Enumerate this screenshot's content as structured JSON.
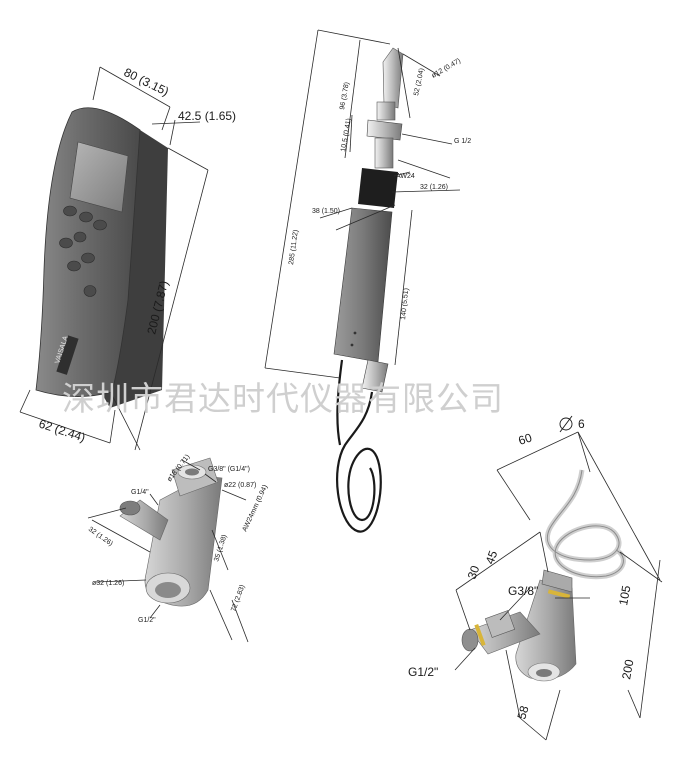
{
  "watermark": "深圳市君达时代仪器有限公司",
  "brand_label": "VAISALA",
  "handheld_meter": {
    "width": "80 (3.15)",
    "depth": "42.5 (1.65)",
    "height": "200 (7.87)",
    "bottom_width": "62 (2.44)"
  },
  "probe": {
    "overall_length": "285 (11.22)",
    "tip_length": "52 (2.04)",
    "tip_diameter": "ø12 (0.47)",
    "upper_length": "96 (3.78)",
    "fitting_length": "10.5 (0.41)",
    "thread": "G 1/2",
    "wrench": "AW24",
    "body_width": "32 (1.26)",
    "body_diameter": "38 (1.50)",
    "body_length": "140 (5.51)"
  },
  "adapter": {
    "port_small": "G1/4\"",
    "bore_diameter": "ø18 (0.71)",
    "port_top": "G3/8\" (G1/4\")",
    "outer_diameter": "ø22 (0.87)",
    "wrench": "AW24mm (0.94)",
    "side_depth": "32 (1.26)",
    "mid_height": "35 (1.38)",
    "height": "72 (2.83)",
    "main_diameter": "ø32 (1.26)",
    "main_thread": "G1/2\""
  },
  "sampling_cell": {
    "coil_width": "60",
    "tube_diameter": "6",
    "dim_45": "45",
    "dim_30": "30",
    "port_thread": "G3/8\"",
    "main_thread": "G1/2\"",
    "dim_105": "105",
    "dim_200": "200",
    "dim_58": "58"
  }
}
